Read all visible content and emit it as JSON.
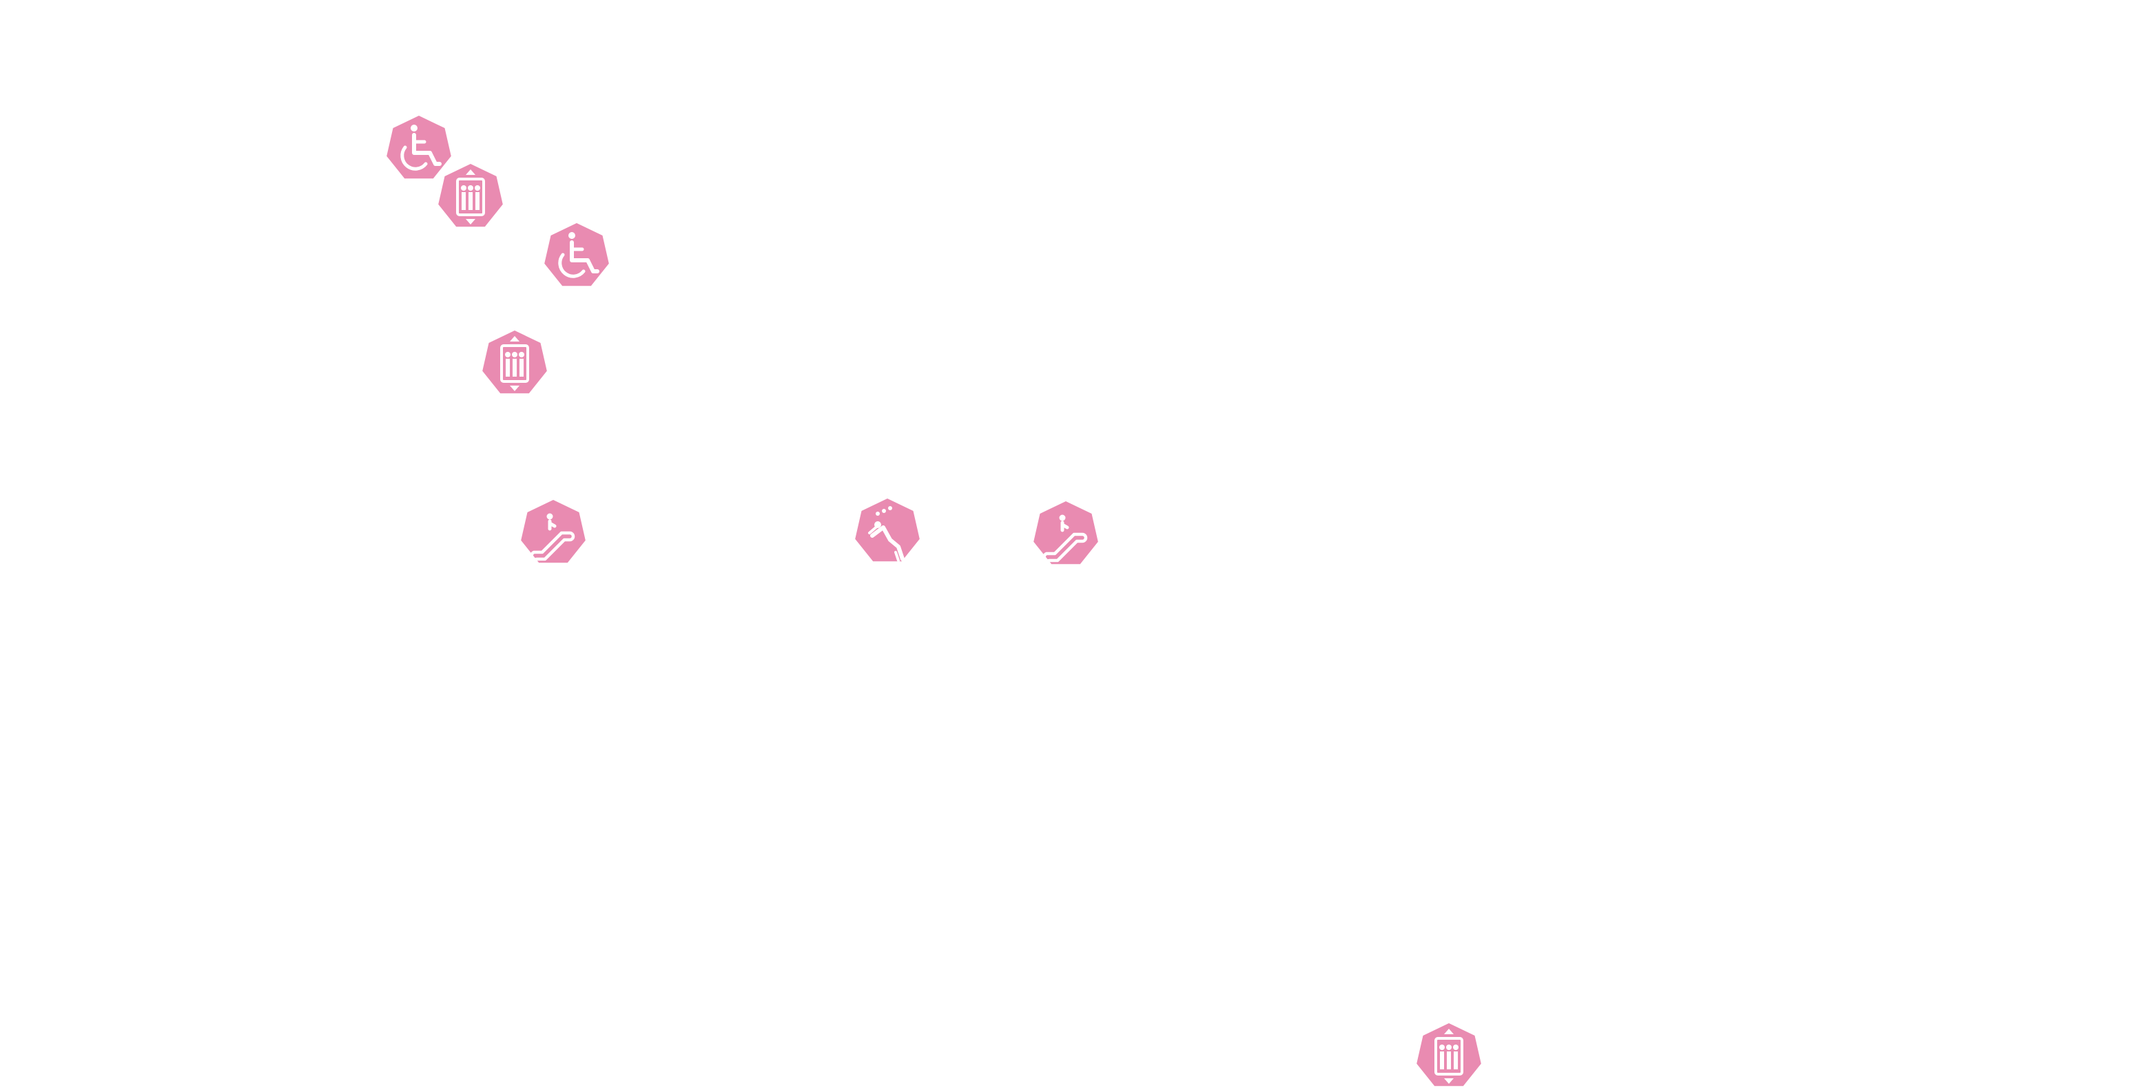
{
  "map": {
    "background_color": "#ffffff",
    "marker_color": "#e98bb1",
    "glyph_color": "#ffffff"
  },
  "markers": [
    {
      "type": "wheelchair",
      "icon": "wheelchair-icon"
    },
    {
      "type": "elevator",
      "icon": "elevator-icon"
    },
    {
      "type": "wheelchair",
      "icon": "wheelchair-icon"
    },
    {
      "type": "elevator",
      "icon": "elevator-icon"
    },
    {
      "type": "escalator",
      "icon": "escalator-icon"
    },
    {
      "type": "slide",
      "icon": "slide-icon"
    },
    {
      "type": "escalator",
      "icon": "escalator-icon"
    },
    {
      "type": "elevator",
      "icon": "elevator-icon"
    }
  ]
}
